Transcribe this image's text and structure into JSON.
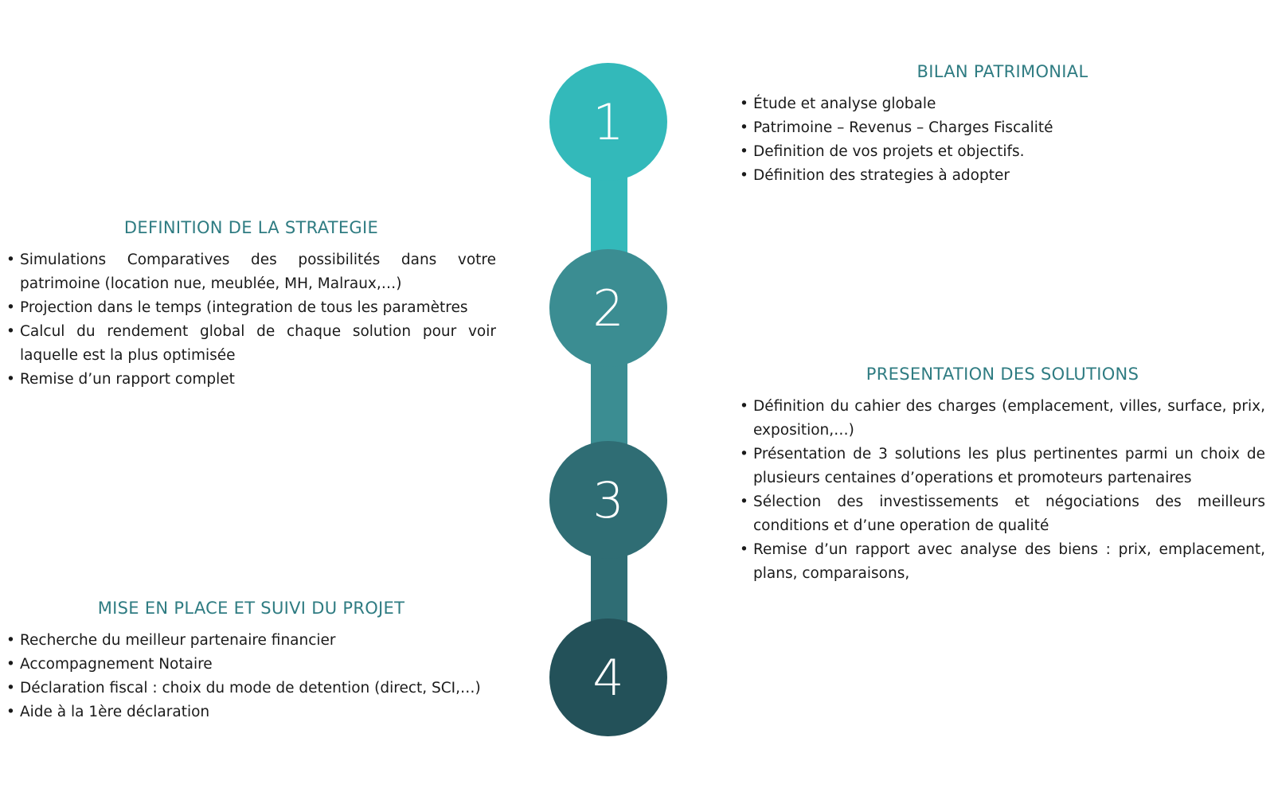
{
  "steps": [
    {
      "number": "1",
      "color": "#33b9ba",
      "title": "BILAN PATRIMONIAL",
      "items": [
        "Étude et analyse globale",
        "Patrimoine – Revenus – Charges  Fiscalité",
        "Definition de vos projets et objectifs.",
        "Définition des strategies à adopter"
      ]
    },
    {
      "number": "2",
      "color": "#3b8d92",
      "title": "DEFINITION DE LA STRATEGIE",
      "items": [
        "Simulations Comparatives des possibilités dans votre patrimoine (location nue, meublée, MH, Malraux,…)",
        "Projection dans le temps (integration de tous les paramètres",
        "Calcul du rendement global de chaque solution pour voir laquelle est la plus optimisée",
        "Remise d’un rapport complet"
      ]
    },
    {
      "number": "3",
      "color": "#2f6d74",
      "title": "PRESENTATION DES SOLUTIONS",
      "items": [
        "Définition du cahier des charges (emplacement, villes, surface, prix, exposition,…)",
        "Présentation de 3 solutions les plus pertinentes parmi un choix de plusieurs centaines d’operations et promoteurs partenaires",
        "Sélection des investissements et négociations des meilleurs conditions et d’une operation de qualité",
        "Remise d’un rapport avec analyse des biens : prix, emplacement, plans, comparaisons,"
      ]
    },
    {
      "number": "4",
      "color": "#235159",
      "title": "MISE EN PLACE ET SUIVI DU PROJET",
      "items": [
        "Recherche du meilleur partenaire financier",
        "Accompagnement Notaire",
        "Déclaration fiscal : choix du mode de detention (direct, SCI,…)",
        "Aide à la 1ère déclaration"
      ]
    }
  ]
}
